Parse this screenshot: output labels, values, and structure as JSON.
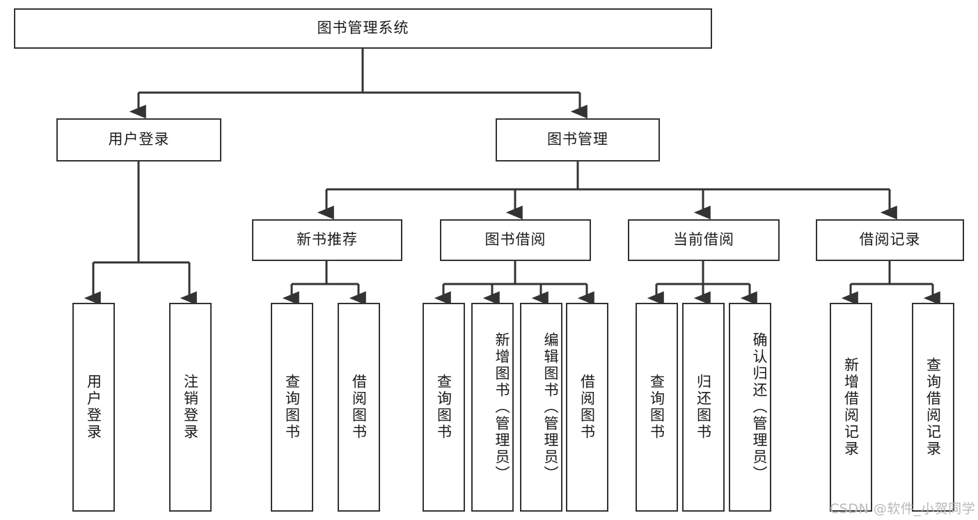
{
  "diagram": {
    "type": "tree",
    "title": "图书管理系统",
    "root": {
      "id": "root",
      "label": "图书管理系统",
      "orientation": "horizontal"
    },
    "level2": [
      {
        "id": "user-login",
        "label": "用户登录",
        "orientation": "horizontal"
      },
      {
        "id": "book-management",
        "label": "图书管理",
        "orientation": "horizontal"
      }
    ],
    "level3": [
      {
        "id": "new-book-recommend",
        "label": "新书推荐",
        "orientation": "horizontal",
        "parent": "book-management"
      },
      {
        "id": "book-borrow",
        "label": "图书借阅",
        "orientation": "horizontal",
        "parent": "book-management"
      },
      {
        "id": "current-borrow",
        "label": "当前借阅",
        "orientation": "horizontal",
        "parent": "book-management"
      },
      {
        "id": "borrow-record",
        "label": "借阅记录",
        "orientation": "horizontal",
        "parent": "book-management"
      }
    ],
    "leaves": [
      {
        "id": "leaf-user-login",
        "label": "用户登录",
        "parent": "user-login"
      },
      {
        "id": "leaf-logout-login",
        "label": "注销登录",
        "parent": "user-login"
      },
      {
        "id": "leaf-query-book-1",
        "label": "查询图书",
        "parent": "new-book-recommend"
      },
      {
        "id": "leaf-borrow-book-1",
        "label": "借阅图书",
        "parent": "new-book-recommend"
      },
      {
        "id": "leaf-query-book-2",
        "label": "查询图书",
        "parent": "book-borrow"
      },
      {
        "id": "leaf-add-book-admin",
        "label": "新增图书（管理员）",
        "parent": "book-borrow"
      },
      {
        "id": "leaf-edit-book-admin",
        "label": "编辑图书（管理员）",
        "parent": "book-borrow"
      },
      {
        "id": "leaf-borrow-book-2",
        "label": "借阅图书",
        "parent": "book-borrow"
      },
      {
        "id": "leaf-query-book-3",
        "label": "查询图书",
        "parent": "current-borrow"
      },
      {
        "id": "leaf-return-book",
        "label": "归还图书",
        "parent": "current-borrow"
      },
      {
        "id": "leaf-confirm-return-admin",
        "label": "确认归还（管理员）",
        "parent": "current-borrow"
      },
      {
        "id": "leaf-add-borrow-record",
        "label": "新增借阅记录",
        "parent": "borrow-record"
      },
      {
        "id": "leaf-query-borrow-record",
        "label": "查询借阅记录",
        "parent": "borrow-record"
      }
    ],
    "watermark": "CSDN @软件_小贺同学",
    "colors": {
      "border": "#333333",
      "background": "#ffffff",
      "text": "#1a1a1a",
      "watermark": "#b8b8b8"
    }
  }
}
